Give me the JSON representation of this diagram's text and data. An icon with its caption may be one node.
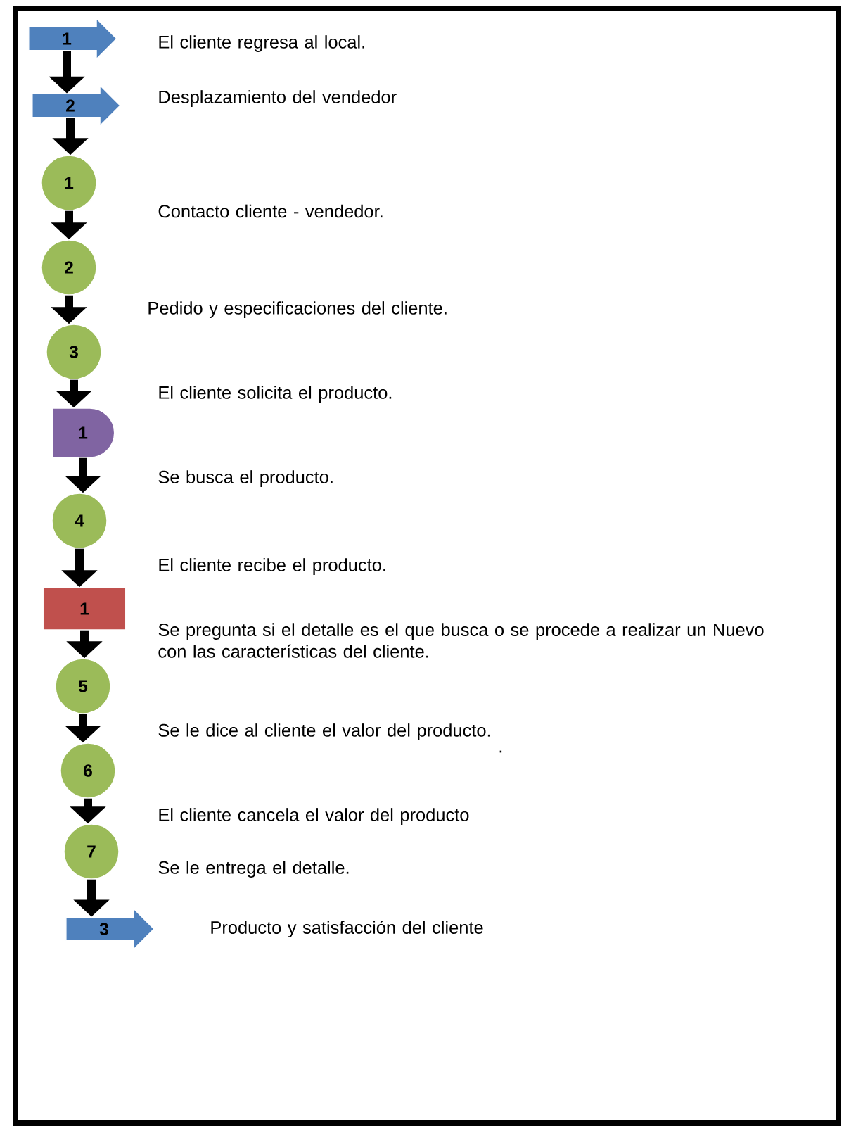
{
  "diagram": {
    "nodes": [
      {
        "text": [
          "1"
        ]
      },
      {
        "text": [
          "2"
        ]
      },
      {
        "text": [
          "1"
        ]
      },
      {
        "text": [
          "2"
        ]
      },
      {
        "text": [
          "3"
        ]
      },
      {
        "text": [
          "1"
        ]
      },
      {
        "text": [
          "4"
        ]
      },
      {
        "text": [
          "1"
        ]
      },
      {
        "text": [
          "5"
        ]
      },
      {
        "text": [
          "6"
        ]
      },
      {
        "text": [
          "7"
        ]
      },
      {
        "text": [
          "3"
        ]
      }
    ],
    "edges": [
      {
        "from": 0,
        "to": 1,
        "arrow": "to"
      },
      {
        "from": 1,
        "to": 2,
        "arrow": "to"
      },
      {
        "from": 2,
        "to": 3,
        "arrow": "to"
      },
      {
        "from": 3,
        "to": 4,
        "arrow": "to"
      },
      {
        "from": 4,
        "to": 5,
        "arrow": "to"
      },
      {
        "from": 5,
        "to": 6,
        "arrow": "to"
      },
      {
        "from": 6,
        "to": 7,
        "arrow": "to"
      },
      {
        "from": 7,
        "to": 8,
        "arrow": "to"
      },
      {
        "from": 8,
        "to": 9,
        "arrow": "to"
      },
      {
        "from": 9,
        "to": 10,
        "arrow": "to"
      },
      {
        "from": 10,
        "to": 11,
        "arrow": "to"
      }
    ],
    "labels": [
      "El cliente regresa al local.",
      "Desplazamiento del vendedor",
      "Contacto cliente - vendedor.",
      "Pedido y especificaciones del cliente.",
      "El cliente solicita el producto.",
      "Se busca el producto.",
      "El cliente recibe el producto.",
      "Se pregunta si el detalle es el que busca o se procede  a realizar  un Nuevo con las características del cliente.",
      "Se le dice al cliente el valor del producto.",
      ".",
      "El cliente cancela el valor del producto",
      "Se le entrega el detalle.",
      "Producto y satisfacción del cliente"
    ]
  }
}
